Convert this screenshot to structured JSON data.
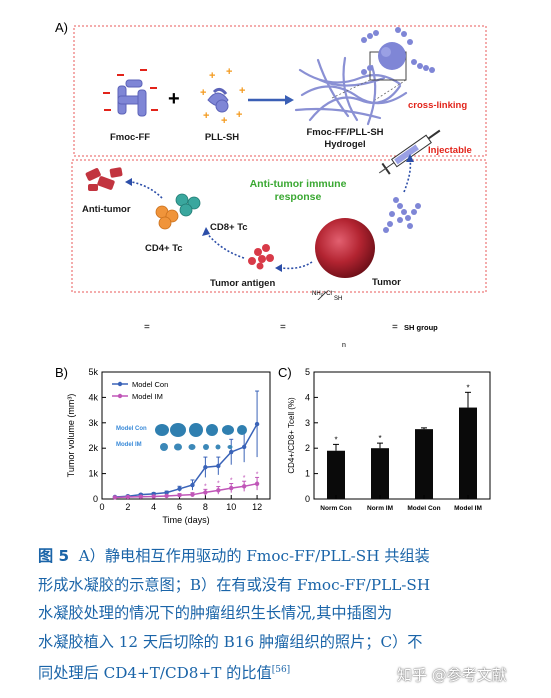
{
  "panel_a": {
    "label": "A)",
    "fmoc_ff": "Fmoc-FF",
    "pll_sh": "PLL-SH",
    "plus": "+",
    "hydrogel_line1": "Fmoc-FF/PLL-SH",
    "hydrogel_line2": "Hydrogel",
    "cross_linking": "cross-linking",
    "injectable": "Injectable",
    "immune_line1": "Anti-tumor immune",
    "immune_line2": "response",
    "anti_tumor": "Anti-tumor",
    "cd8": "CD8+ Tc",
    "cd4": "CD4+ Tc",
    "tumor_antigen": "Tumor antigen",
    "tumor": "Tumor",
    "sh_group": "SH group",
    "equals": "=",
    "nh2_label": "NH₂⁺Cl⁻",
    "sh_label": "SH",
    "n_label": "n",
    "colors": {
      "frame": "#e85a5a",
      "title_red": "#e2231a",
      "title_green": "#3aa832",
      "molecule": "#7f86d6"
    }
  },
  "panel_b": {
    "label": "B)",
    "inset_model_con": "Model Con",
    "inset_model_im": "Model IM",
    "chart_data": {
      "type": "line",
      "x": [
        1,
        2,
        3,
        4,
        5,
        6,
        7,
        8,
        9,
        10,
        11,
        12
      ],
      "xlabel": "Time (days)",
      "ylabel": "Tumor volume (mm³)",
      "ylim": [
        0,
        5000
      ],
      "xlim": [
        0,
        13
      ],
      "yticks": [
        "0",
        "1k",
        "2k",
        "3k",
        "4k",
        "5k"
      ],
      "xticks": [
        "0",
        "2",
        "4",
        "6",
        "8",
        "10",
        "12"
      ],
      "legend_position": "top-left",
      "series": [
        {
          "name": "Model Con",
          "color": "#3a63b8",
          "values": [
            80,
            110,
            170,
            200,
            250,
            400,
            550,
            1250,
            1300,
            1850,
            2050,
            2950
          ],
          "errors": [
            20,
            30,
            40,
            50,
            60,
            100,
            200,
            400,
            350,
            500,
            600,
            1300
          ]
        },
        {
          "name": "Model IM",
          "color": "#c056b8",
          "values": [
            60,
            80,
            90,
            100,
            120,
            150,
            170,
            260,
            340,
            430,
            500,
            600
          ],
          "errors": [
            20,
            20,
            30,
            30,
            40,
            60,
            80,
            120,
            150,
            180,
            200,
            250
          ]
        }
      ]
    }
  },
  "panel_c": {
    "label": "C)",
    "chart_data": {
      "type": "bar",
      "categories": [
        "Norm Con",
        "Norm IM",
        "Model Con",
        "Model IM"
      ],
      "values": [
        1.9,
        2.0,
        2.75,
        3.6
      ],
      "errors": [
        0.25,
        0.2,
        0.05,
        0.6
      ],
      "significance": [
        "*",
        "*",
        "",
        "*"
      ],
      "ylabel": "CD4+/CD8+ Tcell (%)",
      "ylim": [
        0,
        5
      ],
      "yticks": [
        "0",
        "1",
        "2",
        "3",
        "4",
        "5"
      ],
      "bar_color": "#0a0a0a"
    }
  },
  "caption": {
    "figure_label": "图 5",
    "line1": "A）静电相互作用驱动的 Fmoc-FF/PLL-SH 共组装",
    "line2": "形成水凝胶的示意图；B）在有或没有 Fmoc-FF/PLL-SH",
    "line3": "水凝胶处理的情况下的肿瘤组织生长情况,其中插图为",
    "line4": "水凝胶植入 12 天后切除的 B16 肿瘤组织的照片；C）不",
    "line5": "同处理后 CD4+T/CD8+T 的比值",
    "reference": "[56]",
    "color": "#1a64a8"
  },
  "watermark": "知乎 @参考文献"
}
